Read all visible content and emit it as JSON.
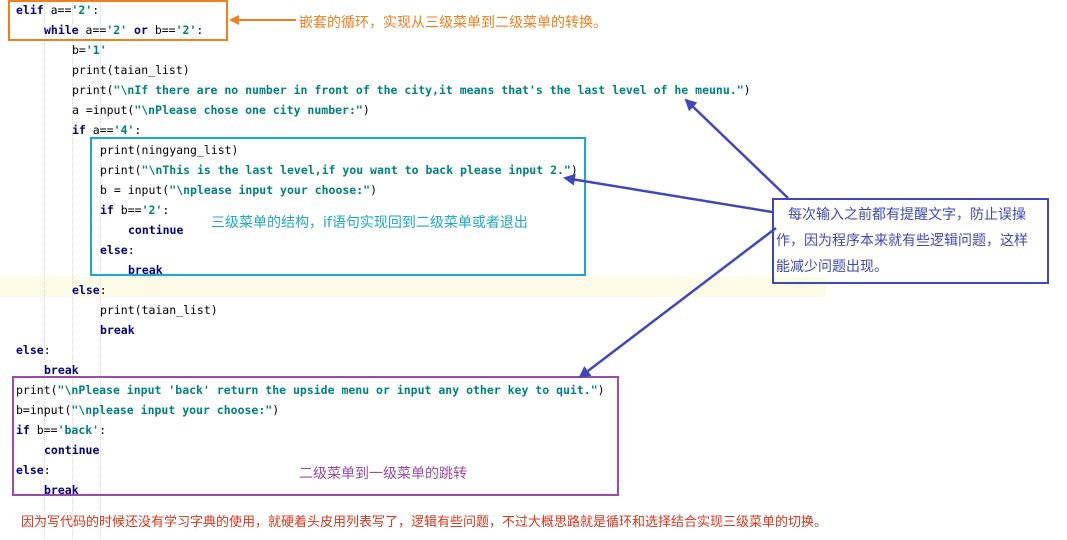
{
  "code_lines": [
    {
      "indent": 0,
      "text": "elif a=='2':"
    },
    {
      "indent": 1,
      "text": "while a=='2' or b=='2':"
    },
    {
      "indent": 2,
      "text": "b='1'"
    },
    {
      "indent": 2,
      "text": "print(taian_list)"
    },
    {
      "indent": 2,
      "text": "print(\"\\nIf there are no number in front of the city,it means that's the last level of he meunu.\")"
    },
    {
      "indent": 2,
      "text": "a =input(\"\\nPlease chose one city number:\")"
    },
    {
      "indent": 2,
      "text": "if a=='4':"
    },
    {
      "indent": 3,
      "text": "print(ningyang_list)"
    },
    {
      "indent": 3,
      "text": "print(\"\\nThis is the last level,if you want to back please input 2.\")"
    },
    {
      "indent": 3,
      "text": "b = input(\"\\nplease input your choose:\")"
    },
    {
      "indent": 3,
      "text": "if b=='2':"
    },
    {
      "indent": 4,
      "text": "continue"
    },
    {
      "indent": 3,
      "text": "else:"
    },
    {
      "indent": 4,
      "text": "break"
    },
    {
      "indent": 2,
      "text": "else:"
    },
    {
      "indent": 3,
      "text": "print(taian_list)"
    },
    {
      "indent": 3,
      "text": "break"
    },
    {
      "indent": 0,
      "text": "else:"
    },
    {
      "indent": 1,
      "text": "break"
    },
    {
      "indent": 0,
      "text": "print(\"\\nPlease input 'back' return the upside menu or input any other key to quit.\")"
    },
    {
      "indent": 0,
      "text": "b=input(\"\\nplease input your choose:\")"
    },
    {
      "indent": 0,
      "text": "if b=='back':"
    },
    {
      "indent": 1,
      "text": "continue"
    },
    {
      "indent": 0,
      "text": "else:"
    },
    {
      "indent": 1,
      "text": "break"
    }
  ],
  "annotations": {
    "nested_loop": "嵌套的循环，实现从三级菜单到二级菜单的转换。",
    "level3_structure": "三级菜单的结构，if语句实现回到二级菜单或者退出",
    "prompt_note_line1": "每次输入之前都有提醒文字，防止误操",
    "prompt_note_line2": "作，因为程序本来就有些逻辑问题，这样",
    "prompt_note_line3": "能减少问题出现。",
    "level2_jump": "二级菜单到一级菜单的跳转",
    "footer_note": "因为写代码的时候还没有学习字典的使用，就硬着头皮用列表写了，逻辑有些问题，不过大概思路就是循环和选择结合实现三级菜单的切换。"
  },
  "colors": {
    "orange": "#f07f1e",
    "cyan": "#1ea7c9",
    "indigo": "#3f48b8",
    "purple": "#9b4aa8",
    "red": "#d9361c",
    "keyword": "#000080",
    "string": "#008080"
  }
}
